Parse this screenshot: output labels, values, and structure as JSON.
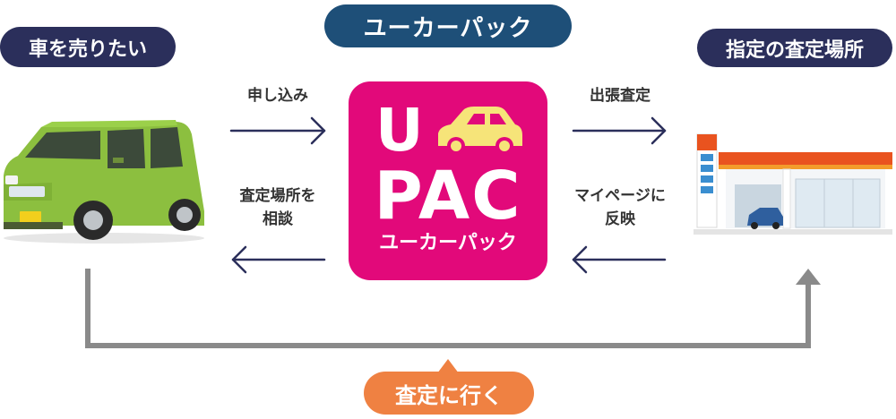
{
  "title": "ユーカーパック",
  "nodes": {
    "seller": "車を売りたい",
    "venue": "指定の査定場所",
    "bottom": "査定に行く"
  },
  "logo": {
    "letter": "U",
    "brand": "PAC",
    "sub": "ユーカーパック"
  },
  "edges": {
    "apply": "申し込み",
    "visit": "出張査定",
    "consult_line1": "査定場所を",
    "consult_line2": "相談",
    "mypage_line1": "マイページに",
    "mypage_line2": "反映"
  },
  "colors": {
    "navy": "#2b2f5b",
    "title_blue": "#1e4f78",
    "magenta": "#e2097a",
    "orange": "#ef8142",
    "car_green": "#8cbf3f",
    "logo_car": "#f6e479"
  }
}
